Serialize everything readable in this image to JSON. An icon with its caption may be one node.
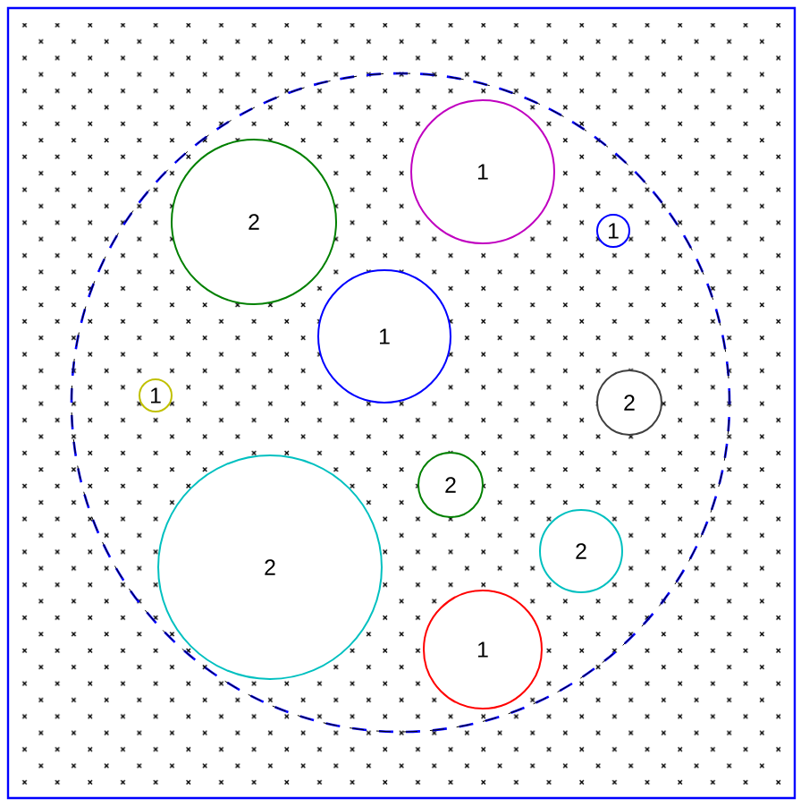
{
  "diagram": {
    "nodes": [
      {
        "text": [],
        "shape": "circle"
      },
      {
        "text": [
          "1"
        ],
        "in": 0
      },
      {
        "text": [
          "2"
        ],
        "in": 0
      },
      {
        "text": [
          "1"
        ],
        "in": 0
      },
      {
        "text": [
          "1"
        ],
        "in": 0
      },
      {
        "text": [
          "1"
        ],
        "in": 0
      },
      {
        "text": [
          "2"
        ],
        "in": 0
      },
      {
        "text": [
          "2"
        ],
        "in": 0
      },
      {
        "text": [
          "2"
        ],
        "in": 0
      },
      {
        "text": [
          "2"
        ],
        "in": 0
      },
      {
        "text": [
          "1"
        ],
        "in": 0
      }
    ]
  }
}
